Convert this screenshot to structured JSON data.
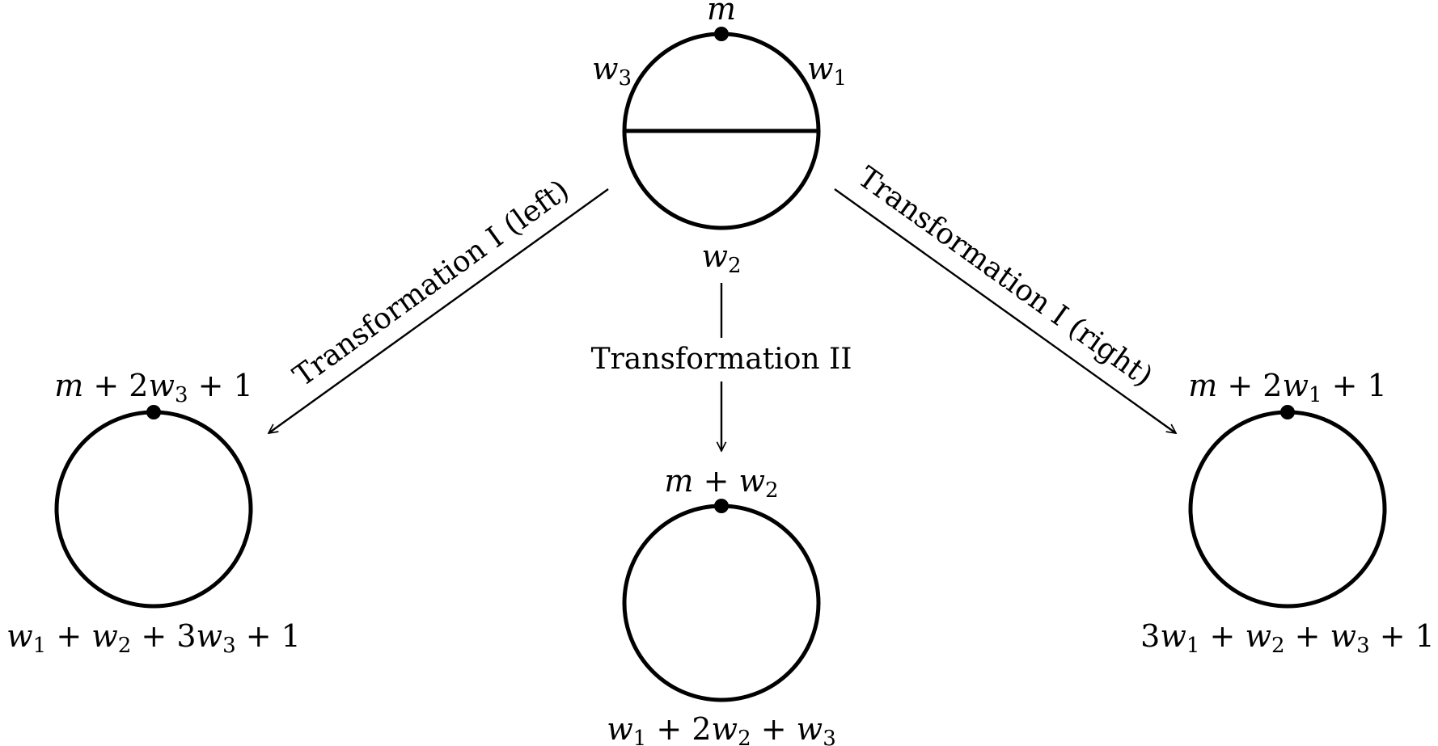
{
  "top_graph": {
    "vertex_label": "m",
    "left_weight": "w3",
    "right_weight": "w1",
    "bottom_weight": "w2"
  },
  "transformations": {
    "left": "Transformation I (left)",
    "middle": "Transformation II",
    "right": "Transformation I (right)"
  },
  "left_result": {
    "vertex_label": "m + 2w3 + 1",
    "weight_label": "w1 + w2 + 3w3 + 1"
  },
  "middle_result": {
    "vertex_label": "m + w2",
    "weight_label": "w1 + 2w2 + w3"
  },
  "right_result": {
    "vertex_label": "m + 2w1 + 1",
    "weight_label": "3w1 + w2 + w3 + 1"
  }
}
